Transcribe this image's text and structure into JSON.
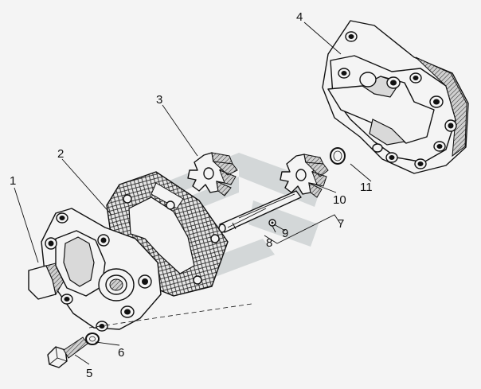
{
  "callouts": {
    "c1": "1",
    "c2": "2",
    "c3": "3",
    "c4": "4",
    "c5": "5",
    "c6": "6",
    "c7": "7",
    "c8": "8",
    "c9": "9",
    "c10": "10",
    "c11": "11"
  },
  "colors": {
    "ink": "#111111",
    "background": "#f4f4f4",
    "watermark": "#c8cdcf"
  }
}
